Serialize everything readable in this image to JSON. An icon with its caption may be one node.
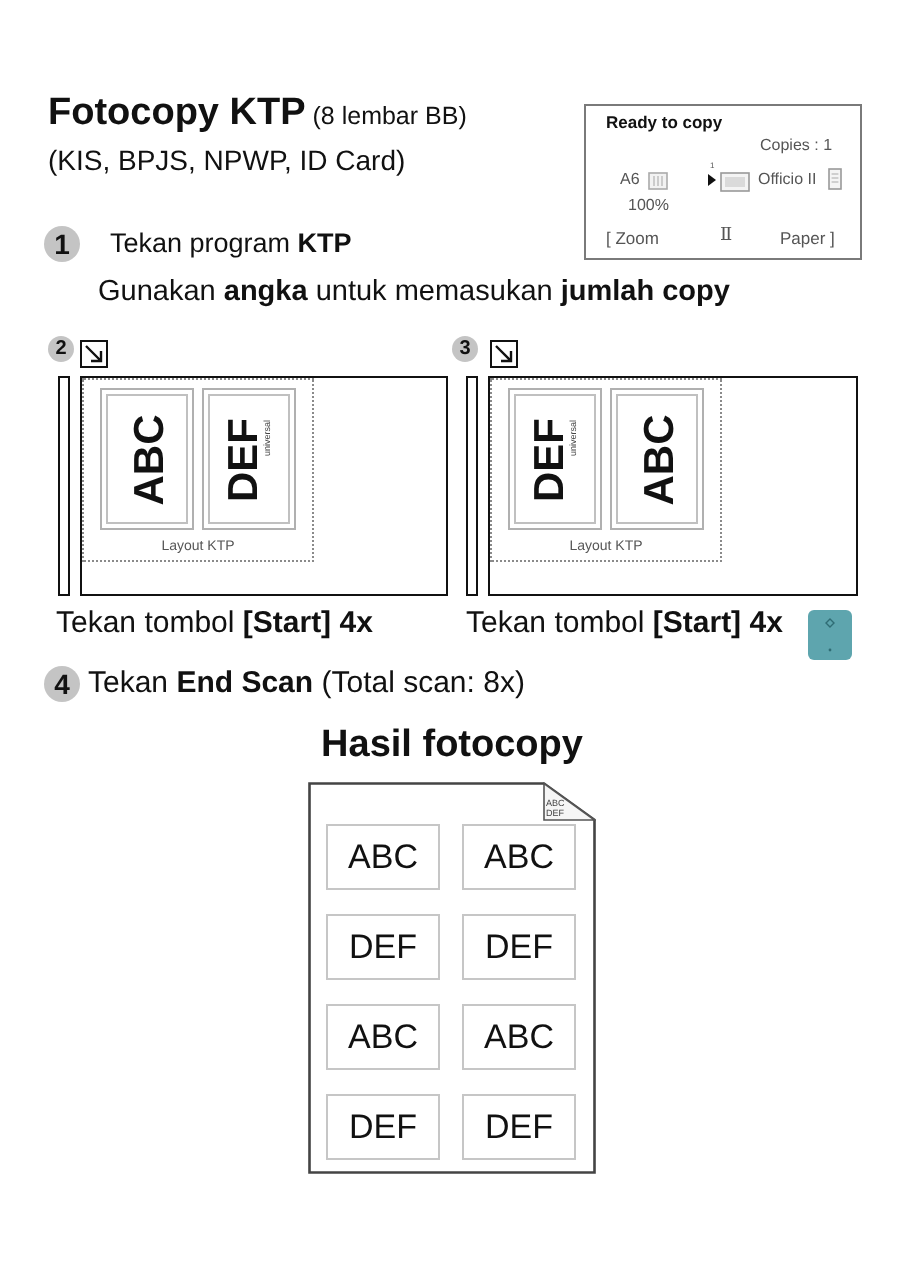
{
  "diagram": {
    "title": "**Fotocopy KTP** (8 lembar BB)",
    "nodes": [
      {
        "text": [
          "Ready to copy",
          "Copies : 1",
          "A6",
          "100%",
          "1",
          "Officio II",
          "[ Zoom",
          "Ⅱ",
          "Paper ]"
        ]
      },
      {
        "text": [
          "1"
        ],
        "beside": [
          "Tekan program **KTP**",
          "Gunakan **angka** untuk memasukan **jumlah copy**"
        ]
      },
      {
        "text": [
          "2"
        ]
      },
      {
        "text": [],
        "shape": "box",
        "beside": [
          "Tekan tombol **[Start] 4x**"
        ]
      },
      {
        "text": [
          "Layout KTP"
        ],
        "in": 3
      },
      {
        "text": [
          "ABC"
        ],
        "in": 4
      },
      {
        "text": [
          "DEF",
          "universal"
        ],
        "in": 4
      },
      {
        "text": [
          "3"
        ]
      },
      {
        "text": [],
        "shape": "box",
        "beside": [
          "Tekan tombol **[Start] 4x**"
        ]
      },
      {
        "text": [
          "Layout KTP"
        ],
        "in": 8
      },
      {
        "text": [
          "DEF",
          "universal"
        ],
        "in": 9
      },
      {
        "text": [
          "ABC"
        ],
        "in": 9
      },
      {
        "text": [
          "4"
        ],
        "beside": [
          "Tekan **End Scan** (Total scan: 8x)"
        ]
      },
      {
        "text": [
          "Hasil fotocopy",
          "ABC DEF"
        ]
      },
      {
        "text": [
          "ABC"
        ],
        "in": 13
      },
      {
        "text": [
          "ABC"
        ],
        "in": 13
      },
      {
        "text": [
          "DEF"
        ],
        "in": 13
      },
      {
        "text": [
          "DEF"
        ],
        "in": 13
      },
      {
        "text": [
          "ABC"
        ],
        "in": 13
      },
      {
        "text": [
          "ABC"
        ],
        "in": 13
      },
      {
        "text": [
          "DEF"
        ],
        "in": 13
      },
      {
        "text": [
          "DEF"
        ],
        "in": 13
      }
    ],
    "labels": [
      "(KIS, BPJS, NPWP, ID Card)"
    ]
  }
}
